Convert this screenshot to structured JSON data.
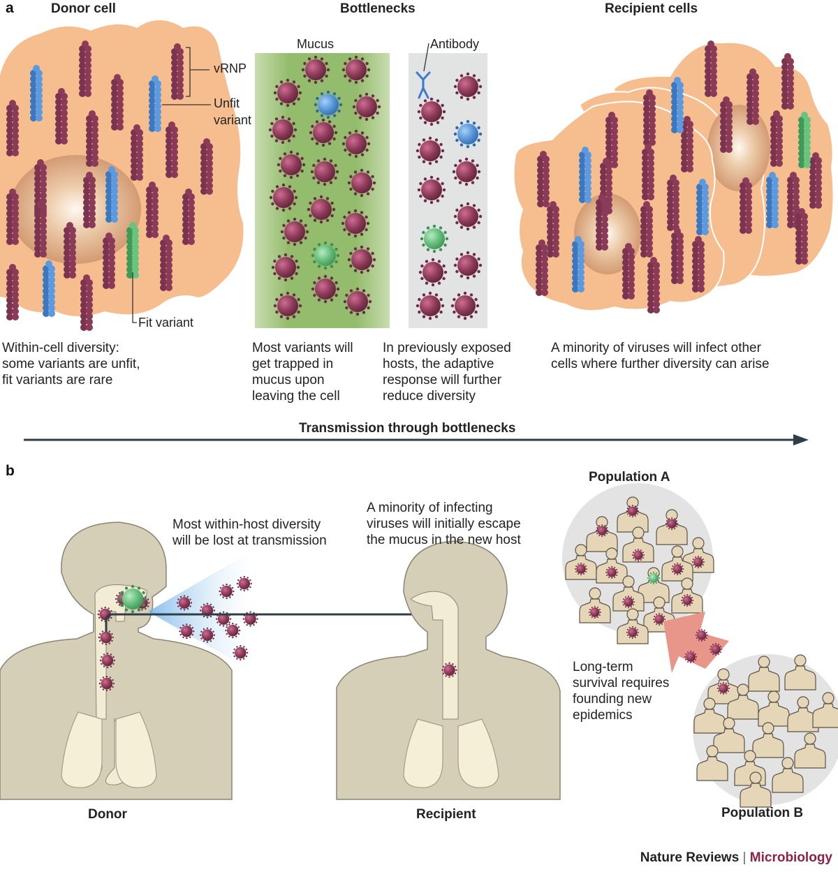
{
  "panel_a": {
    "letter": "a",
    "headers": {
      "donor": "Donor cell",
      "bottlenecks": "Bottlenecks",
      "recipients": "Recipient cells"
    },
    "labels": {
      "vrnp": "vRNP",
      "unfit_line1": "Unfit",
      "unfit_line2": "variant",
      "fit": "Fit variant",
      "mucus": "Mucus",
      "antibody": "Antibody"
    },
    "captions": {
      "donor": [
        "Within-cell diversity:",
        "some variants are unfit,",
        "fit variants are rare"
      ],
      "mucus": [
        "Most variants will",
        "get trapped in",
        "mucus upon",
        "leaving the cell"
      ],
      "antibody": [
        "In previously exposed",
        "hosts, the adaptive",
        "response will further",
        "reduce diversity"
      ],
      "recipient": [
        "A minority of viruses will infect other",
        "cells where further diversity can arise"
      ]
    },
    "arrow_label": "Transmission through bottlenecks"
  },
  "panel_b": {
    "letter": "b",
    "captions": {
      "loss": [
        "Most within-host diversity",
        "will be lost at transmission"
      ],
      "escape": [
        "A minority of infecting",
        "viruses will initially escape",
        "the mucus in the new host"
      ],
      "survival": [
        "Long-term",
        "survival requires",
        "founding new",
        "epidemics"
      ]
    },
    "labels": {
      "donor": "Donor",
      "recipient": "Recipient",
      "population_a": "Population A",
      "population_b": "Population B"
    }
  },
  "footer": {
    "journal": "Nature Reviews",
    "separator": "|",
    "section": "Microbiology"
  },
  "colors": {
    "cell": "#f6bd8f",
    "nucleus": "#dca17a",
    "virus": "#8b3a57",
    "unfit": "#4f8fd3",
    "fit": "#5cb874",
    "mucus": "#9bc276",
    "antibody_bg": "#e2e3e3",
    "body": "#d6cfb8",
    "airway": "#f3ecd4",
    "arrow": "#2f3e46",
    "population_bg": "#e3e3e3",
    "transfer_arrow": "#e8968a"
  }
}
